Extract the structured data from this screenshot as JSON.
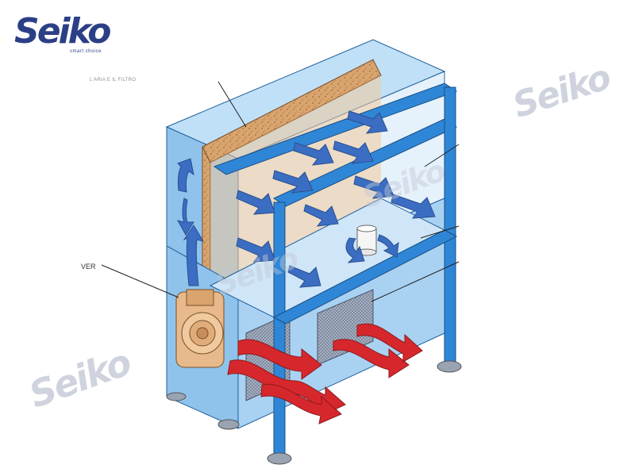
{
  "logo": {
    "wordmark": "Seiko",
    "tagline": "smart choice"
  },
  "labels": {
    "top_small": "L'ARIA E IL FILTRO",
    "fan": "VER"
  },
  "watermark": {
    "text": "Seiko"
  },
  "colors": {
    "cabinet": "#8fc3ec",
    "frame": "#2f86d6",
    "filter": "#d9a46e",
    "clean_air_arrow": "#3b6ec2",
    "dirty_air_arrow": "#d6282c",
    "brand": "#2b3f86"
  }
}
